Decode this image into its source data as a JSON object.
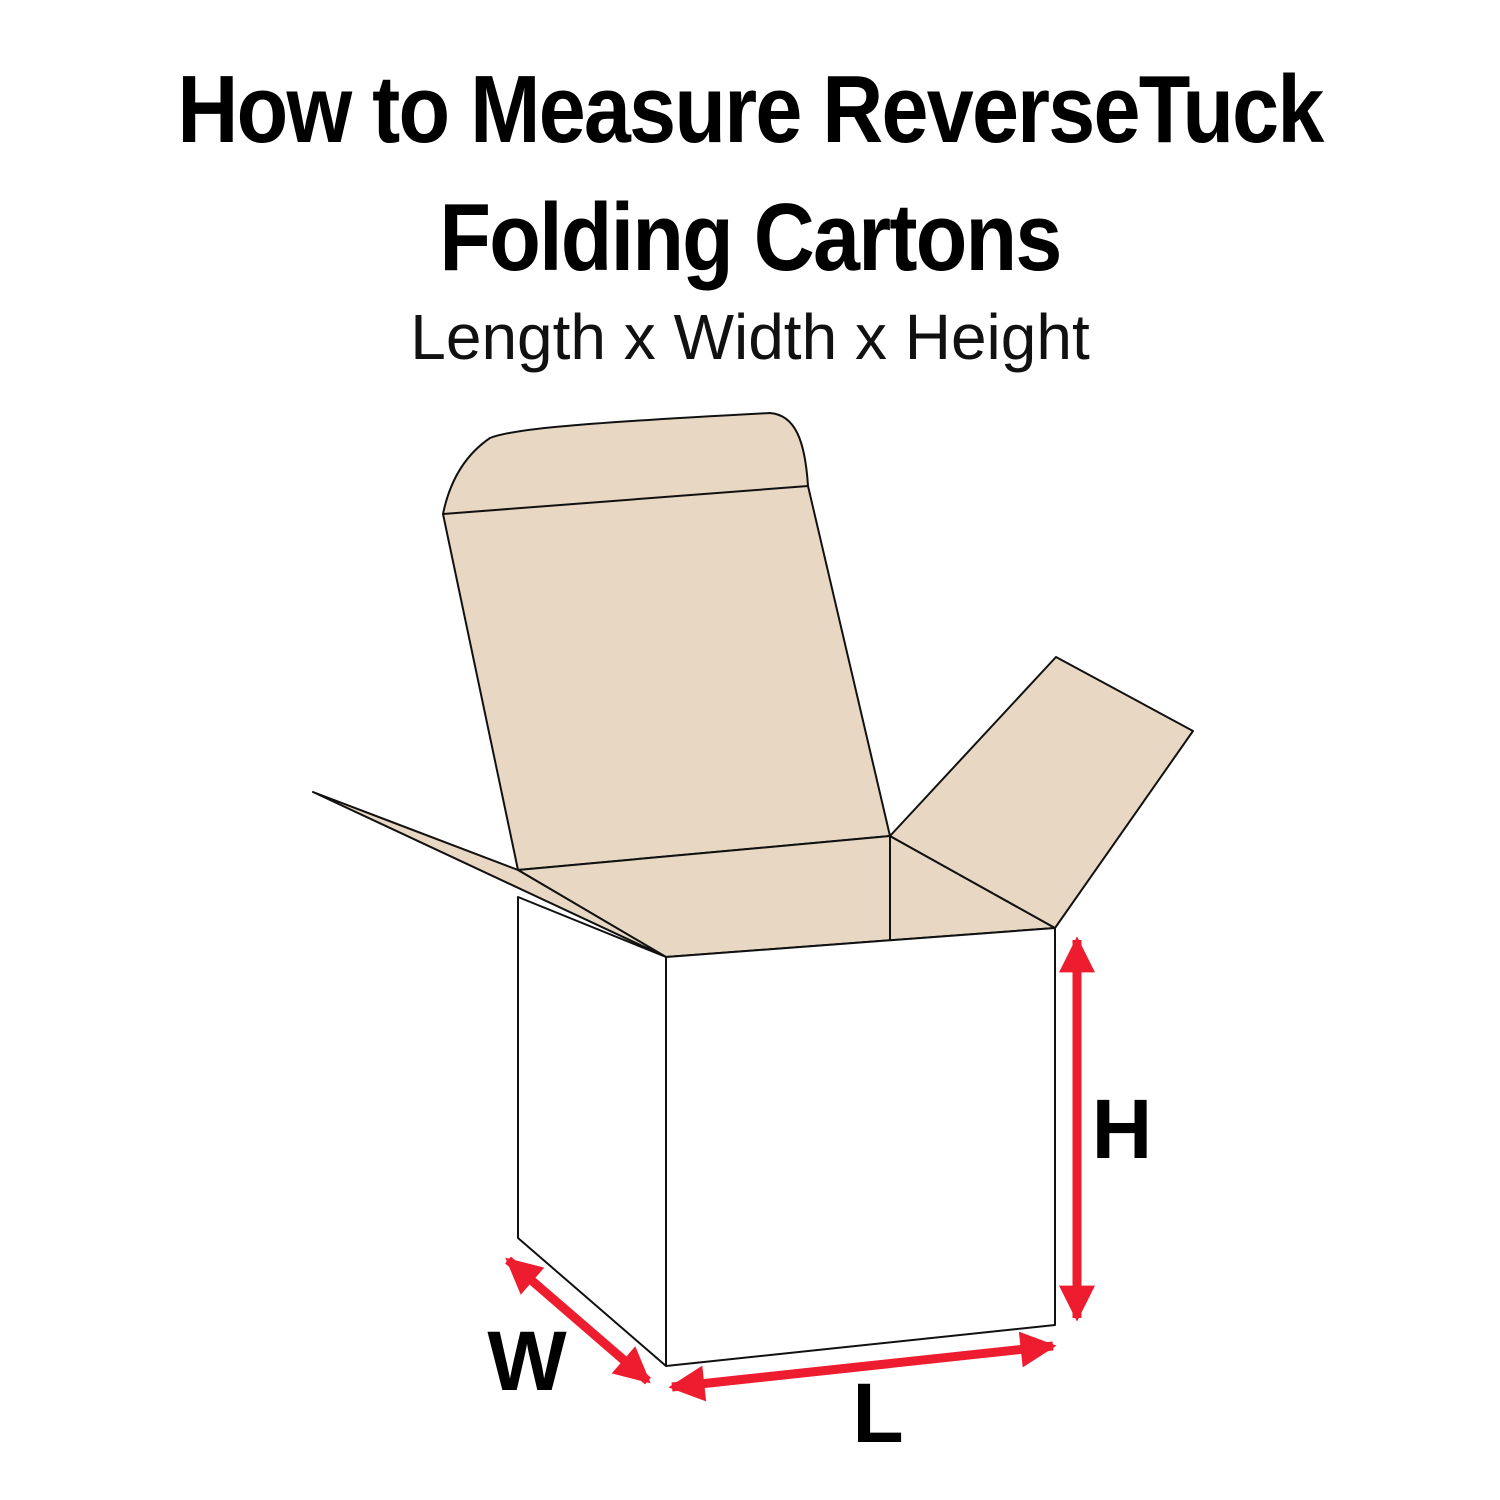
{
  "title_line1": "How to Measure ReverseTuck",
  "title_line2": "Folding Cartons",
  "subtitle": "Length x Width x Height",
  "labels": {
    "height": "H",
    "width": "W",
    "length": "L"
  },
  "colors": {
    "flap": "#E8D8C3",
    "arrow": "#ED1C2E",
    "outline": "#111111"
  }
}
